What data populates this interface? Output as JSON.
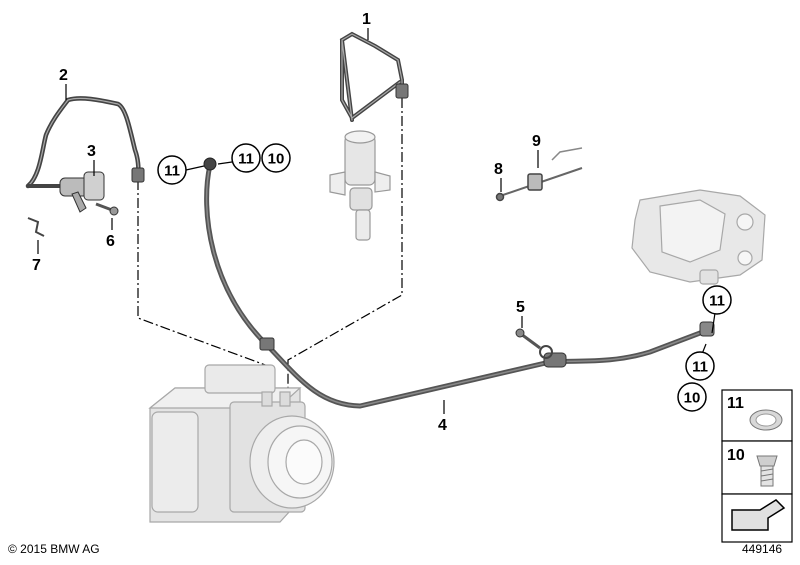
{
  "diagram": {
    "callouts": {
      "c1": "1",
      "c2": "2",
      "c3": "3",
      "c4": "4",
      "c5": "5",
      "c6": "6",
      "c7": "7",
      "c8": "8",
      "c9": "9"
    },
    "circled": {
      "a11": "11",
      "b11": "11",
      "b10": "10",
      "c11": "11",
      "d11": "11",
      "d10": "10"
    },
    "legend": {
      "item_11": "11",
      "item_10": "10"
    }
  },
  "footer": {
    "copyright": "© 2015 BMW AG",
    "diagram_number": "449146"
  },
  "colors": {
    "hose": "#555555",
    "part_fill": "#e6e6e6",
    "line": "#000000"
  }
}
